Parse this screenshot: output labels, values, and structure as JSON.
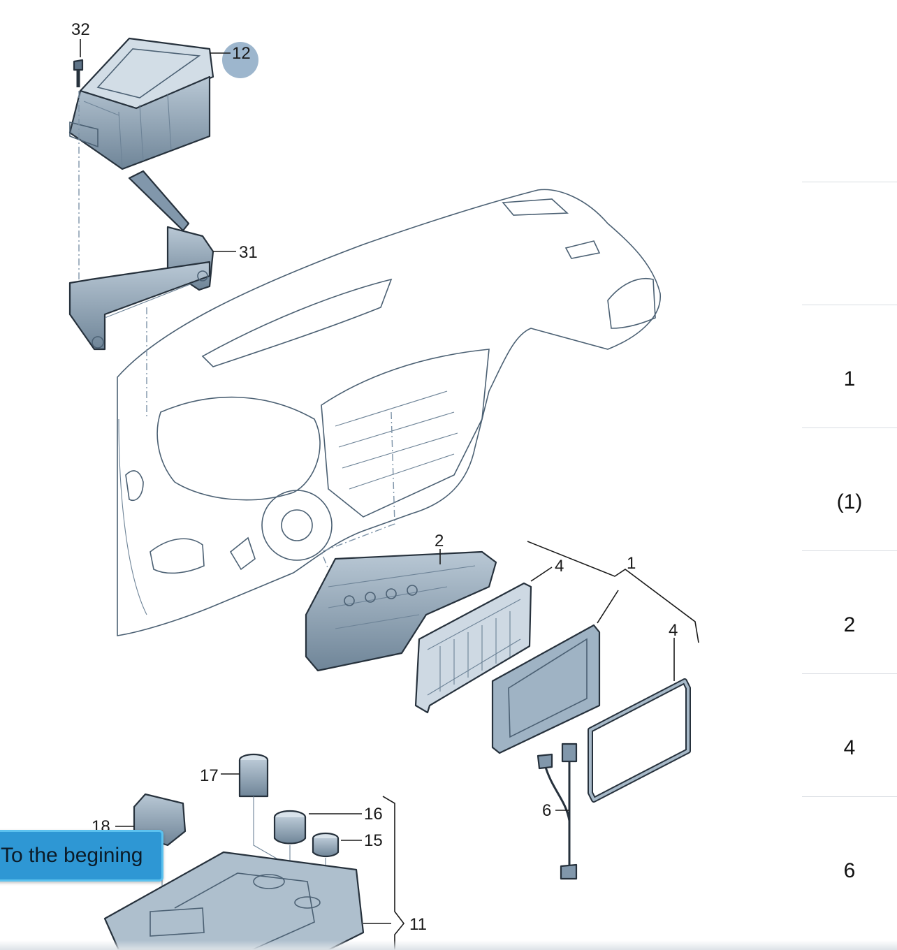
{
  "diagram": {
    "callouts": {
      "c32": "32",
      "c12": "12",
      "c31": "31",
      "c2": "2",
      "c4a": "4",
      "c1": "1",
      "c4b": "4",
      "c6": "6",
      "c17": "17",
      "c16": "16",
      "c15": "15",
      "c18": "18",
      "c11": "11"
    },
    "colors": {
      "dashboard_fill": "#dde7ef",
      "part_fill": "#9fb3c4",
      "part_dark": "#6f8598",
      "highlight": "#9db6cd"
    }
  },
  "index_column": {
    "rows": [
      "",
      "1",
      "(1)",
      "2",
      "4",
      "6"
    ]
  },
  "nav": {
    "to_beginning_label": "To the begining"
  }
}
